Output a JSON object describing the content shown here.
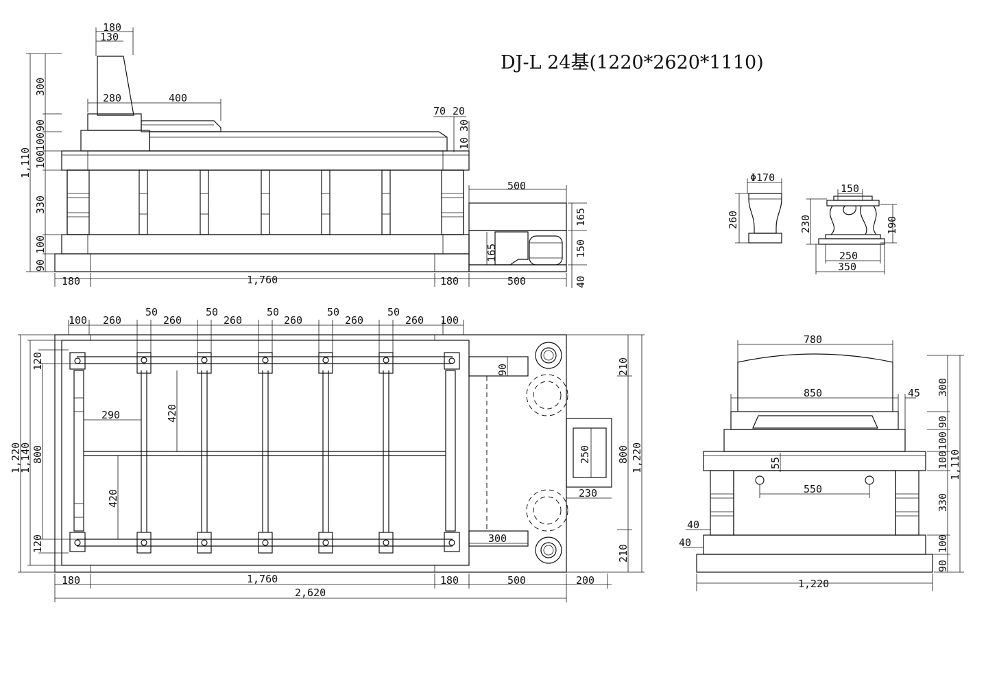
{
  "title": "DJ-L 24基(1220*2620*1110)",
  "elevation": {
    "dims_top": [
      "180",
      "130",
      "280",
      "400",
      "70",
      "20",
      "30",
      "10"
    ],
    "dims_left": [
      "1,110",
      "300",
      "90",
      "100",
      "100",
      "330",
      "100",
      "90"
    ],
    "dims_bottom": [
      "180",
      "1,760",
      "180",
      "500",
      "40"
    ],
    "step_dims": [
      "500",
      "165",
      "150",
      "165"
    ]
  },
  "details": {
    "vase": {
      "dia": "Φ170",
      "height": "260"
    },
    "stand": {
      "top": "150",
      "height_left": "230",
      "height_right": "190",
      "base1": "250",
      "base2": "350"
    }
  },
  "plan": {
    "dims_top": [
      "100",
      "260",
      "50",
      "260",
      "50",
      "260",
      "50",
      "260",
      "50",
      "260",
      "50",
      "260",
      "100"
    ],
    "dims_left": [
      "1,220",
      "1,140",
      "800",
      "120",
      "120"
    ],
    "inner_dims": [
      "290",
      "420",
      "420",
      "90",
      "300",
      "250",
      "230"
    ],
    "dims_right": [
      "210",
      "800",
      "1,220",
      "210"
    ],
    "dims_bottom": [
      "180",
      "1,760",
      "180",
      "500",
      "200",
      "2,620"
    ]
  },
  "end_view": {
    "dims": [
      "780",
      "850",
      "45",
      "55",
      "550",
      "40",
      "40",
      "1,220"
    ],
    "dims_right": [
      "300",
      "90",
      "100",
      "100",
      "330",
      "100",
      "90",
      "1,110"
    ]
  }
}
